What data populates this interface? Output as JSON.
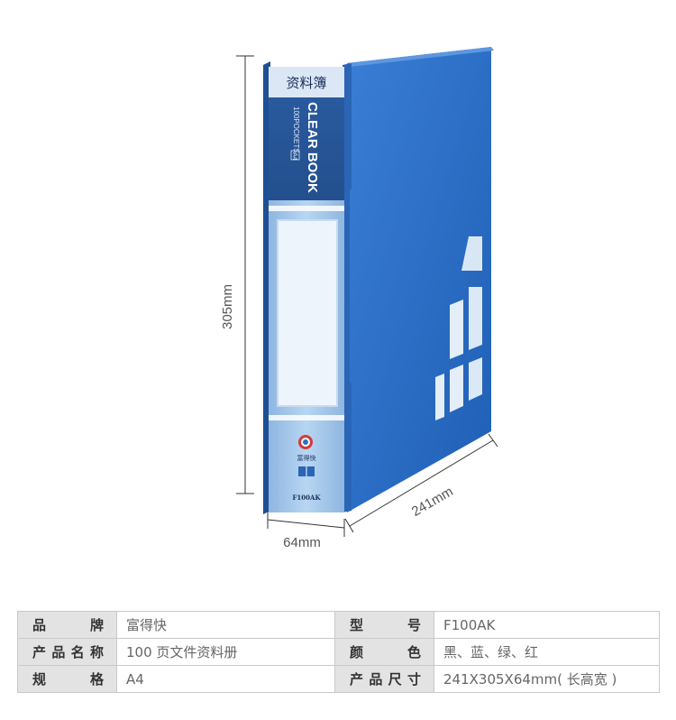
{
  "product": {
    "spine_title_cn": "资料簿",
    "spine_title_en": "CLEAR BOOK",
    "spine_pockets": "100POCKETS",
    "spine_size": "A4",
    "label_brand": "富得快",
    "model_code": "F100AK"
  },
  "dimensions": {
    "height": "305mm",
    "depth": "241mm",
    "width": "64mm"
  },
  "specs": {
    "rows": [
      {
        "k1": "品　　牌",
        "v1": "富得快",
        "k2": "型　　号",
        "v2": "F100AK"
      },
      {
        "k1": "产品名称",
        "v1": "100 页文件资料册",
        "k2": "颜　　色",
        "v2": "黑、蓝、绿、红"
      },
      {
        "k1": "规　　格",
        "v1": "A4",
        "k2": "产品尺寸",
        "v2": "241X305X64mm( 长高宽 )"
      }
    ]
  },
  "colors": {
    "box_blue": "#2f6fc4",
    "spine_dark": "#25508f",
    "spine_light": "#a9cdee",
    "table_header_bg": "#e3e3e3"
  }
}
